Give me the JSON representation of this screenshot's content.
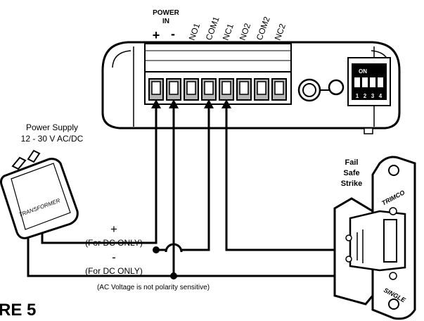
{
  "figure_label": "RE 5",
  "power_in_label": [
    "POWER",
    "IN"
  ],
  "terminal_signs": [
    "+",
    "-"
  ],
  "terminal_labels": [
    "NO1",
    "COM1",
    "NC1",
    "NO2",
    "COM2",
    "NC2"
  ],
  "dip_switch": {
    "on_label": "ON",
    "positions": [
      "1",
      "2",
      "3",
      "4"
    ]
  },
  "power_supply": {
    "title": "Power Supply",
    "rating": "12 - 30 V AC/DC",
    "body_label": "TRANSFORMER"
  },
  "wire_labels": {
    "positive_sign": "+",
    "positive_note": "(For DC ONLY)",
    "negative_sign": "-",
    "negative_note": "(For DC ONLY)",
    "ac_note": "(AC Voltage is not polarity sensitive)"
  },
  "strike": {
    "title": [
      "Fail",
      "Safe",
      "Strike"
    ],
    "top_mark": "TRIMCO",
    "bottom_mark": "SINGLE"
  },
  "colors": {
    "line": "#000000",
    "background": "#ffffff",
    "module_fill": "#ffffff",
    "terminal_shadow": "#b5b5b5"
  }
}
